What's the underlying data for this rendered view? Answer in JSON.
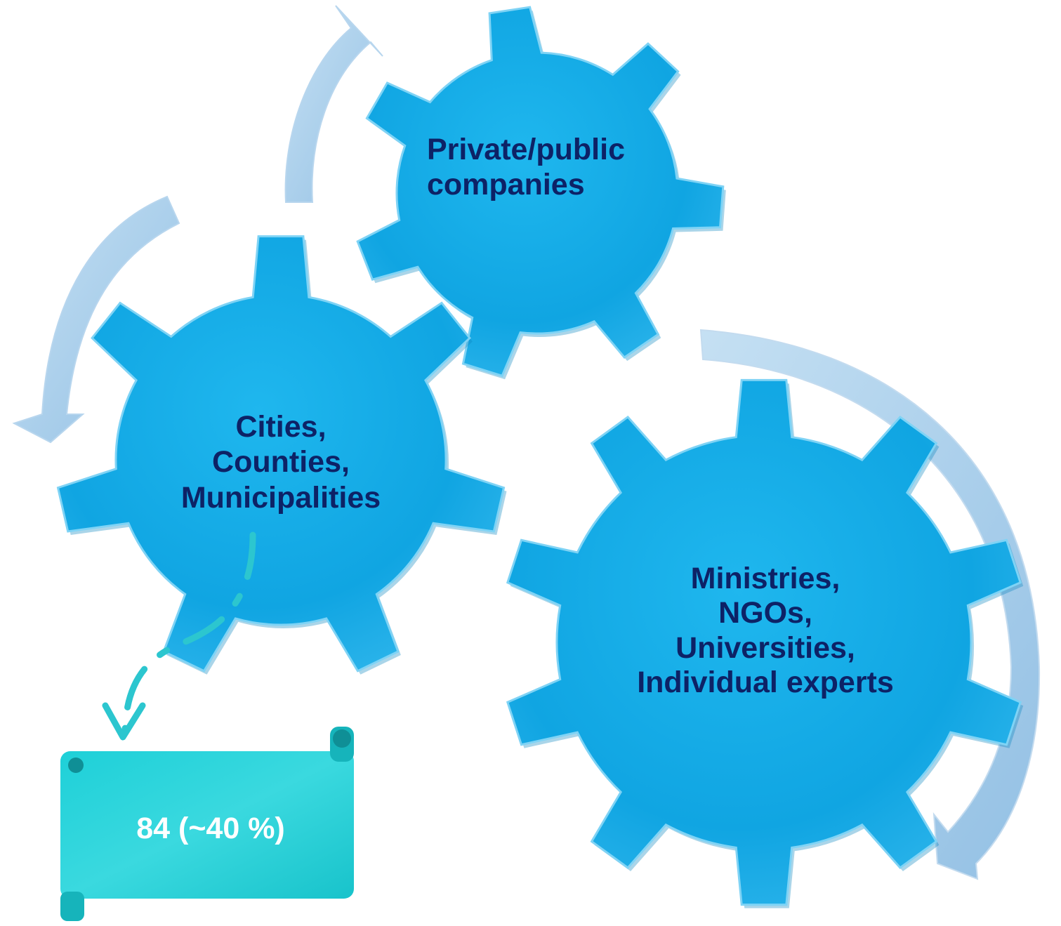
{
  "gears": {
    "private": {
      "lines": [
        "Private/public",
        "companies"
      ]
    },
    "cities": {
      "lines": [
        "Cities,",
        "Counties,",
        "Municipalities"
      ]
    },
    "ministries": {
      "lines": [
        "Ministries,",
        "NGOs,",
        "Universities,",
        "Individual experts"
      ]
    }
  },
  "callout": {
    "text": "84 (~40 %)"
  },
  "colors": {
    "gear_fill": "#18aee6",
    "gear_light": "#3fc0ef",
    "text": "#0d2266",
    "arrow": "#a9cdea",
    "scroll": "#20d0d8",
    "scroll_dark": "#14a9b0",
    "dashed": "#2cc6cf"
  }
}
